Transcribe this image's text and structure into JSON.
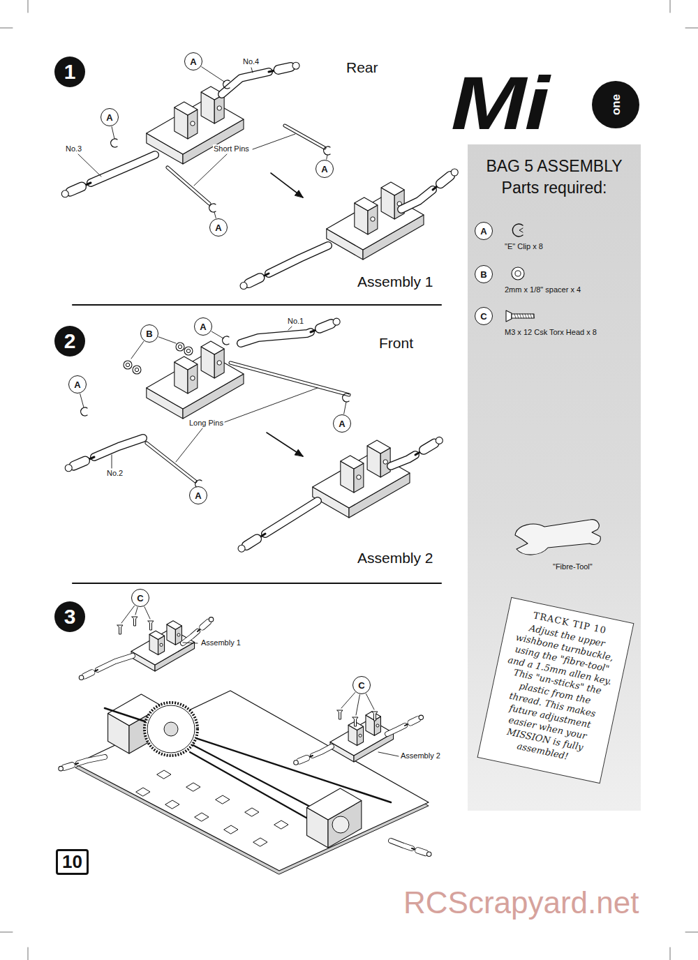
{
  "diagram": {
    "nodes": [
      {
        "text": [
          "1"
        ]
      },
      {
        "text": [
          "A"
        ]
      },
      {
        "text": [
          "A"
        ]
      },
      {
        "text": [
          "A"
        ]
      },
      {
        "text": [
          "A"
        ]
      },
      {
        "text": [
          "2"
        ]
      },
      {
        "text": [
          "B"
        ]
      },
      {
        "text": [
          "A"
        ]
      },
      {
        "text": [
          "A"
        ]
      },
      {
        "text": [
          "A"
        ]
      },
      {
        "text": [
          "A"
        ]
      },
      {
        "text": [
          "3"
        ]
      },
      {
        "text": [
          "C"
        ]
      },
      {
        "text": [
          "C"
        ]
      },
      {
        "text": [
          "BAG 5 ASSEMBLY",
          "Parts required:"
        ]
      },
      {
        "text": [
          "A"
        ],
        "in": 14
      },
      {
        "text": [
          "B"
        ],
        "in": 14
      },
      {
        "text": [
          "C"
        ],
        "in": 14
      },
      {
        "text": [
          "TRACK TIP 10",
          "Adjust the upper wishbone turnbuckle, using the \"fibre-tool\" and a 1.5mm allen key. This \"un-sticks\" the plastic from the thread. This makes future adjustment easier when your MISSION is fully assembled!"
        ],
        "in": 14
      },
      {
        "text": [
          "10"
        ]
      }
    ],
    "labels": [
      "Rear",
      "No.4",
      "No.3",
      "Short Pins",
      "Assembly 1",
      "Front",
      "No.1",
      "No.2",
      "Long Pins",
      "Assembly 2",
      "Assembly 1",
      "Assembly 2",
      "Mi",
      "one",
      "\"E\" Clip x 8",
      "2mm x 1/8\" spacer x 4",
      "M3 x 12 Csk Torx Head x 8",
      "\"Fibre-Tool\"",
      "RCScrapyard.net"
    ]
  }
}
